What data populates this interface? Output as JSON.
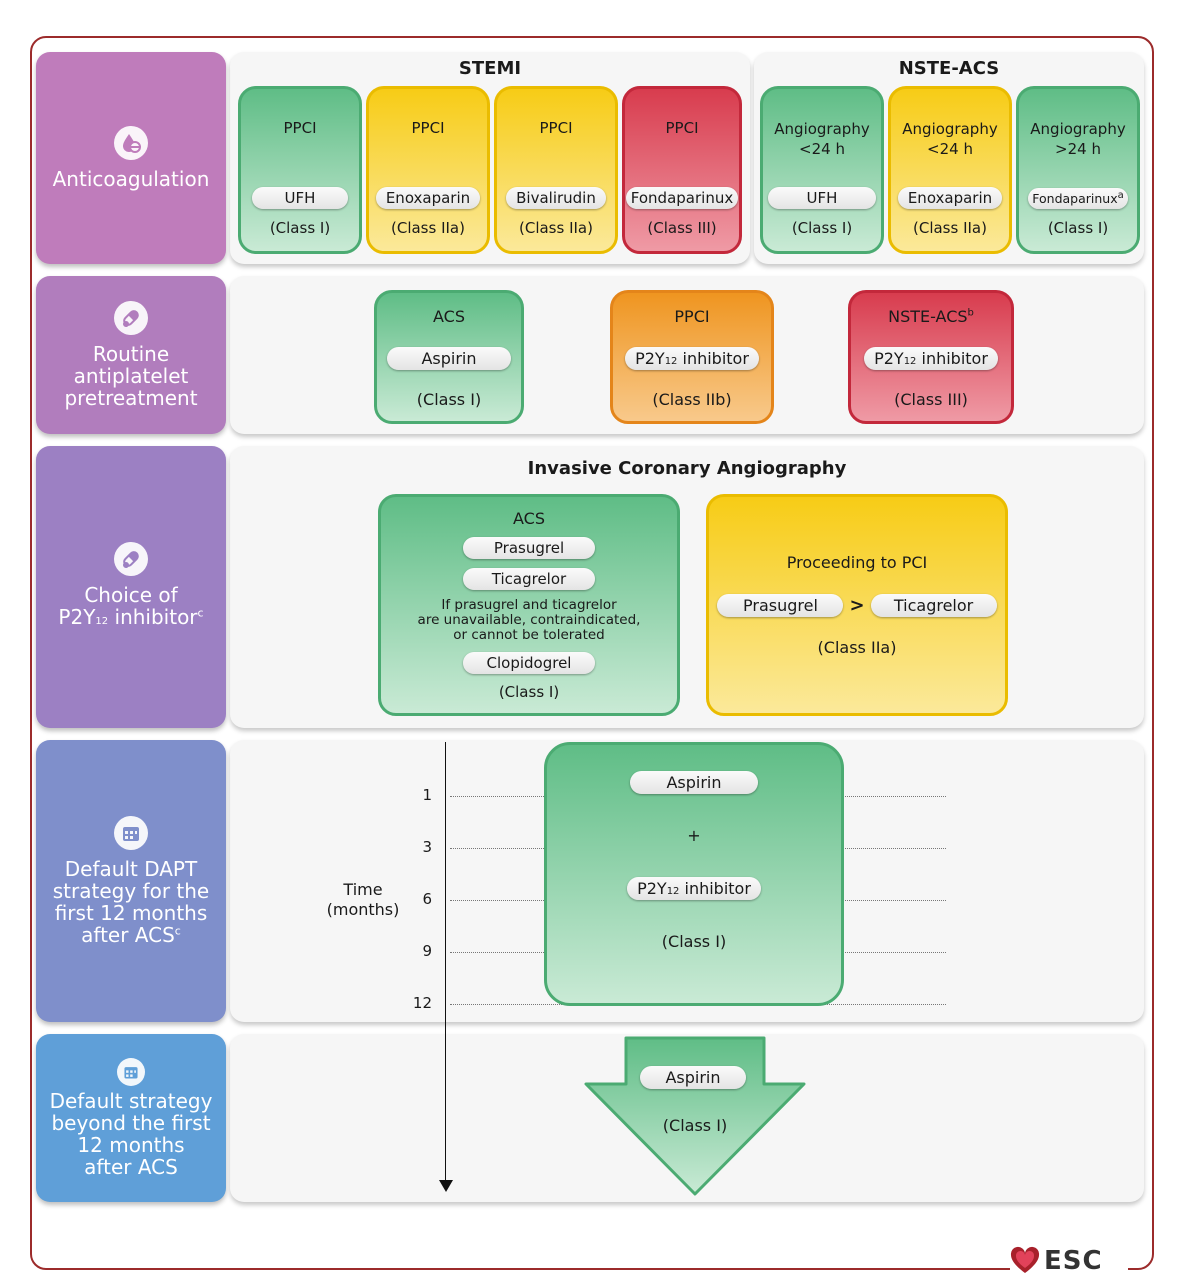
{
  "rows": {
    "anticoagulation": "Anticoagulation",
    "pretreatment": [
      "Routine",
      "antiplatelet",
      "pretreatment"
    ],
    "choice": "Choice of",
    "choice_sup": "c",
    "dapt": [
      "Default DAPT",
      "strategy for the",
      "first 12 months",
      "after ACS"
    ],
    "dapt_sup": "c",
    "beyond": [
      "Default strategy",
      "beyond the first",
      "12 months",
      "after ACS"
    ]
  },
  "stemi": {
    "title": "STEMI",
    "cards": [
      {
        "top": "PPCI",
        "drug": "UFH",
        "class": "(Class I)",
        "color": "green"
      },
      {
        "top": "PPCI",
        "drug": "Enoxaparin",
        "class": "(Class IIa)",
        "color": "yellow"
      },
      {
        "top": "PPCI",
        "drug": "Bivalirudin",
        "class": "(Class IIa)",
        "color": "yellow"
      },
      {
        "top": "PPCI",
        "drug": "Fondaparinux",
        "class": "(Class III)",
        "color": "red"
      }
    ]
  },
  "nste": {
    "title": "NSTE-ACS",
    "cards": [
      {
        "top1": "Angiography",
        "top2": "<24 h",
        "drug": "UFH",
        "class": "(Class I)",
        "color": "green"
      },
      {
        "top1": "Angiography",
        "top2": "<24 h",
        "drug": "Enoxaparin",
        "class": "(Class IIa)",
        "color": "yellow"
      },
      {
        "top1": "Angiography",
        "top2": ">24 h",
        "drug": "Fondaparinux",
        "drug_sup": "a",
        "class": "(Class I)",
        "color": "green"
      }
    ]
  },
  "pretreat": {
    "cards": [
      {
        "top": "ACS",
        "drug": "Aspirin",
        "class": "(Class I)"
      },
      {
        "top": "PPCI",
        "drug": "P2Y",
        "class": "(Class IIb)"
      },
      {
        "top": "NSTE-ACS",
        "top_sup": "b",
        "drug": "P2Y",
        "class": "(Class III)"
      }
    ]
  },
  "p2y_sub": "12",
  "p2y_suffix": " inhibitor",
  "ica": {
    "title": "Invasive Coronary Angiography",
    "left": {
      "top": "ACS",
      "d1": "Prasugrel",
      "d2": "Ticagrelor",
      "note": [
        "If prasugrel and ticagrelor",
        "are unavailable, contraindicated,",
        "or cannot be tolerated"
      ],
      "d3": "Clopidogrel",
      "class": "(Class I)"
    },
    "right": {
      "top": "Proceeding to PCI",
      "d1": "Prasugrel",
      "gt": ">",
      "d2": "Ticagrelor",
      "class": "(Class IIa)"
    }
  },
  "timeline": {
    "label1": "Time",
    "label2": "(months)",
    "ticks": [
      "1",
      "3",
      "6",
      "9",
      "12"
    ]
  },
  "dapt_box": {
    "d1": "Aspirin",
    "plus": "+",
    "d2": "P2Y",
    "class": "(Class I)"
  },
  "beyond_box": {
    "d1": "Aspirin",
    "class": "(Class I)"
  },
  "logo": "ESC"
}
